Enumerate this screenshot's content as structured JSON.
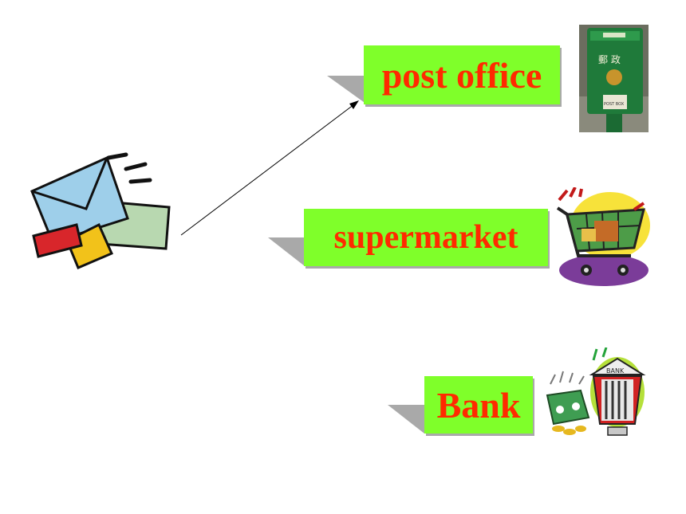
{
  "labels": {
    "post_office": "post office",
    "supermarket": "supermarket",
    "bank": "Bank"
  },
  "pictures": {
    "postbox_chars": "郵 政",
    "postbox_plate": "POST BOX",
    "bank_sign": "BANK"
  },
  "colors": {
    "label_background": "#7fff2a",
    "label_text": "#ff2a00",
    "shadow": "#a9a9a9"
  },
  "icons": [
    "envelope-icon",
    "postbox-icon",
    "shopping-cart-icon",
    "bank-icon",
    "money-icon"
  ]
}
